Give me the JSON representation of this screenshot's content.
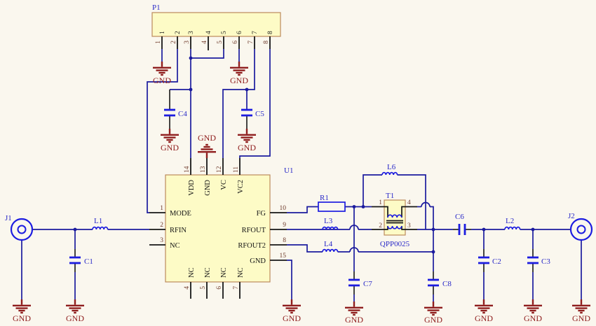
{
  "sheet": {
    "type": "schematic"
  },
  "colors": {
    "background": "#faf7ee",
    "wire": "#1b1b9e",
    "symbol": "#1c1ce0",
    "ground": "#8f1d1d",
    "pin_lead": "#161616",
    "body_fill": "#fdfbc6",
    "body_border": "#bc8a5c",
    "designator_text": "#2a2ac8",
    "pin_number_text": "#6e3a2a"
  },
  "p1": {
    "ref": "P1",
    "pin_names": [
      "1",
      "2",
      "3",
      "4",
      "5",
      "6",
      "7",
      "8"
    ],
    "pin_numbers": [
      "1",
      "2",
      "3",
      "4",
      "5",
      "6",
      "7",
      "8"
    ]
  },
  "u1": {
    "ref": "U1",
    "left": [
      {
        "n": "1",
        "name": "MODE"
      },
      {
        "n": "2",
        "name": "RFIN"
      },
      {
        "n": "3",
        "name": "NC"
      }
    ],
    "right": [
      {
        "n": "10",
        "name": "FG"
      },
      {
        "n": "9",
        "name": "RFOUT"
      },
      {
        "n": "8",
        "name": "RFOUT2"
      },
      {
        "n": "15",
        "name": "GND"
      }
    ],
    "top": [
      {
        "n": "14",
        "name": "VDD"
      },
      {
        "n": "13",
        "name": "GND"
      },
      {
        "n": "12",
        "name": "VC"
      },
      {
        "n": "11",
        "name": "VC2"
      }
    ],
    "bottom": [
      {
        "n": "4",
        "name": "NC"
      },
      {
        "n": "5",
        "name": "NC"
      },
      {
        "n": "6",
        "name": "NC"
      },
      {
        "n": "7",
        "name": "NC"
      }
    ]
  },
  "t1": {
    "ref": "T1",
    "part": "QPP0025",
    "pins": [
      "1",
      "2",
      "3",
      "4"
    ]
  },
  "refs": {
    "r1": "R1",
    "l1": "L1",
    "l2": "L2",
    "l3": "L3",
    "l4": "L4",
    "l6": "L6",
    "c1": "C1",
    "c2": "C2",
    "c3": "C3",
    "c4": "C4",
    "c5": "C5",
    "c6": "C6",
    "c7": "C7",
    "c8": "C8",
    "j1": "J1",
    "j2": "J2"
  },
  "net_labels": {
    "gnd": "GND"
  }
}
